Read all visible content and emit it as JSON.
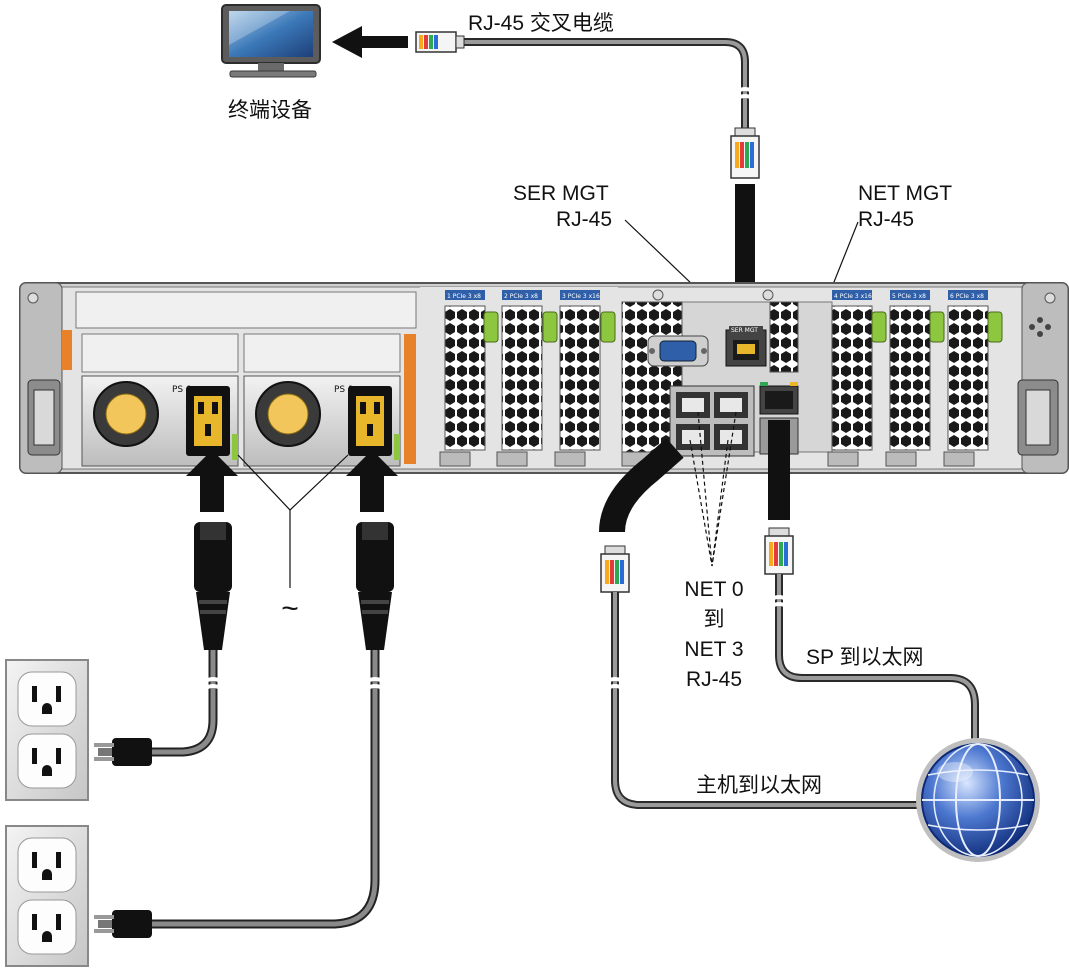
{
  "labels": {
    "terminal_device": "终端设备",
    "rj45_crossover_cable": "RJ-45 交叉电缆",
    "ser_mgt_line1": "SER MGT",
    "ser_mgt_line2": "RJ-45",
    "net_mgt_line1": "NET MGT",
    "net_mgt_line2": "RJ-45",
    "net_ports_line1": "NET 0",
    "net_ports_line2": "到",
    "net_ports_line3": "NET 3",
    "net_ports_line4": "RJ-45",
    "sp_to_ethernet": "SP 到以太网",
    "host_to_ethernet": "主机到以太网",
    "ac_symbol": "~"
  },
  "panel_text": {
    "ser_mgt_port": "SER MGT",
    "pcie_slot_1": "1 PCIe 3 x8",
    "pcie_slot_2": "2 PCIe 3 x8",
    "pcie_slot_3": "3 PCIe 3 x16",
    "pcie_slot_4": "4 PCIe 3 x16",
    "pcie_slot_5": "5 PCIe 3 x8",
    "pcie_slot_6": "6 PCIe 3 x8",
    "ps0": "PS 0",
    "ps1": "PS 1"
  },
  "colors": {
    "chassis": "#d8d8d8",
    "chassis_dark": "#8a8a8a",
    "cable": "#111111",
    "cable_gray": "#9a9a9a",
    "accent_green": "#8dc63f",
    "accent_blue": "#2f5fa8",
    "accent_orange": "#e8822a",
    "globe": "#2f5fb3"
  }
}
